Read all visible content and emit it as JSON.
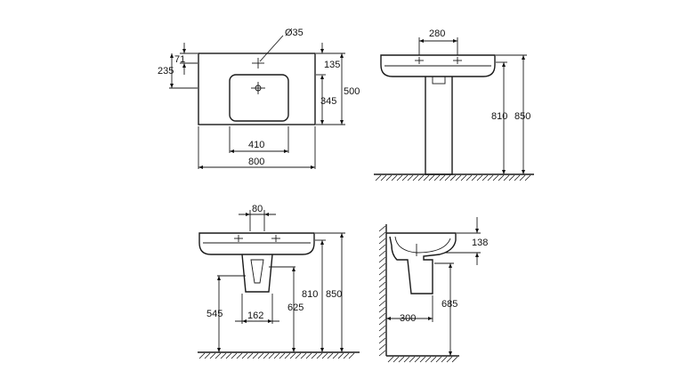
{
  "colors": {
    "line": "#1a1a1a",
    "background": "#ffffff"
  },
  "top_view": {
    "tap_hole": "Ø35",
    "dim_71": "71",
    "dim_235": "235",
    "dim_135": "135",
    "dim_345": "345",
    "dim_500": "500",
    "dim_410": "410",
    "dim_800": "800"
  },
  "pedestal_side_view": {
    "dim_280": "280",
    "dim_810": "810",
    "dim_850": "850"
  },
  "wall_hung_front_view": {
    "dim_80": "80",
    "dim_545": "545",
    "dim_162": "162",
    "dim_625": "625",
    "dim_810": "810",
    "dim_850": "850"
  },
  "section_view": {
    "dim_138": "138",
    "dim_685": "685",
    "dim_300": "300"
  }
}
